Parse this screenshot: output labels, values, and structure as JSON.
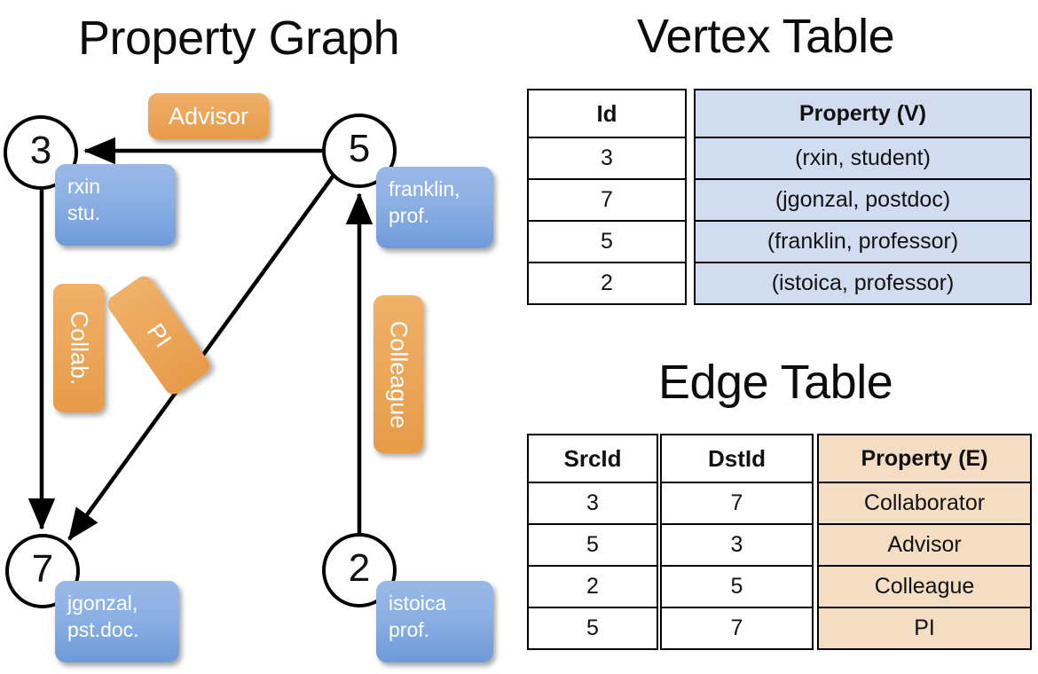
{
  "titles": {
    "property_graph": "Property Graph",
    "vertex_table": "Vertex Table",
    "edge_table": "Edge Table"
  },
  "graph": {
    "nodes": [
      {
        "id": "3",
        "property_label": "rxin\nstu."
      },
      {
        "id": "5",
        "property_label": "franklin,\nprof."
      },
      {
        "id": "7",
        "property_label": "jgonzal,\npst.doc."
      },
      {
        "id": "2",
        "property_label": "istoica\nprof."
      }
    ],
    "node_labels": {
      "n3": "3",
      "n5": "5",
      "n7": "7",
      "n2": "2"
    },
    "property_boxes": {
      "rxin_line1": "rxin",
      "rxin_line2": "stu.",
      "franklin_line1": "franklin,",
      "franklin_line2": "prof.",
      "jgonzal_line1": "jgonzal,",
      "jgonzal_line2": "pst.doc.",
      "istoica_line1": "istoica",
      "istoica_line2": "prof."
    },
    "edge_labels": {
      "advisor": "Advisor",
      "collab": "Collab.",
      "pi": "PI",
      "colleague": "Colleague"
    },
    "edges": [
      {
        "from": "5",
        "to": "3",
        "label": "Advisor"
      },
      {
        "from": "3",
        "to": "7",
        "label": "Collab."
      },
      {
        "from": "5",
        "to": "7",
        "label": "PI"
      },
      {
        "from": "2",
        "to": "5",
        "label": "Colleague"
      }
    ]
  },
  "vertex_table": {
    "headers": [
      "Id",
      "Property (V)"
    ],
    "rows": [
      {
        "id": "3",
        "property": "(rxin, student)"
      },
      {
        "id": "7",
        "property": "(jgonzal, postdoc)"
      },
      {
        "id": "5",
        "property": "(franklin, professor)"
      },
      {
        "id": "2",
        "property": "(istoica, professor)"
      }
    ]
  },
  "edge_table": {
    "headers": [
      "SrcId",
      "DstId",
      "Property (E)"
    ],
    "rows": [
      {
        "src": "3",
        "dst": "7",
        "property": "Collaborator"
      },
      {
        "src": "5",
        "dst": "3",
        "property": "Advisor"
      },
      {
        "src": "2",
        "dst": "5",
        "property": "Colleague"
      },
      {
        "src": "5",
        "dst": "7",
        "property": "PI"
      }
    ]
  },
  "colors": {
    "vertex_property_fill": "#d2dcf0",
    "edge_property_fill": "#f5ddc4",
    "node_box_blue": "#8cb0e4",
    "edge_label_orange": "#eca85c",
    "stroke": "#000000",
    "background": "#ffffff"
  }
}
